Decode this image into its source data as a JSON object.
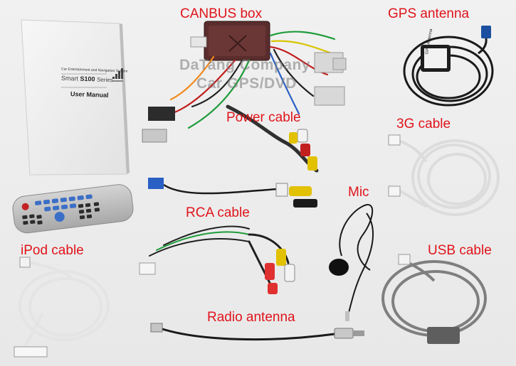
{
  "labels": {
    "canbus": "CANBUS box",
    "gps": "GPS antenna",
    "power": "Power cable",
    "g3": "3G cable",
    "rca": "RCA cable",
    "mic": "Mic",
    "ipod": "iPod cable",
    "usb": "USB cable",
    "radio": "Radio antenna"
  },
  "watermark": {
    "line1": "DaTang Company",
    "line2": "Car GPS/DVD"
  },
  "manual": {
    "line1": "Car Entertainment and Navigation System",
    "brand": "Smart",
    "model": "S100",
    "series": "Series",
    "title": "User Manual"
  },
  "gps_sticker": "GPS Antenna",
  "colors": {
    "label": "#e0141b",
    "background": "#ececec"
  }
}
